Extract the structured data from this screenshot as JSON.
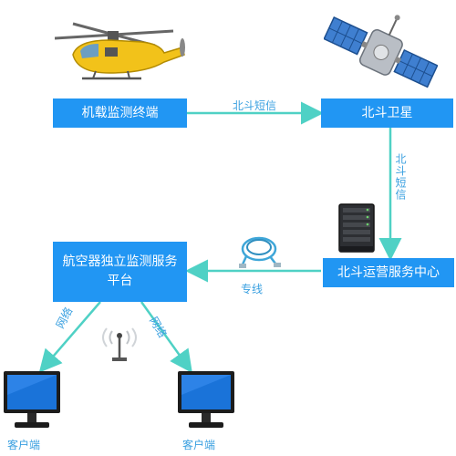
{
  "nodes": {
    "terminal": "机载监测终端",
    "satellite": "北斗卫星",
    "service_center": "北斗运营服务中心",
    "platform": "航空器独立监测服务\n平台"
  },
  "edges": {
    "sms_horizontal": "北斗短信",
    "sms_vertical": "北斗短信",
    "dedicated_line": "专线",
    "network_left": "网络",
    "network_right": "网络"
  },
  "clients": {
    "client1": "客户端",
    "client2": "客户端"
  },
  "colors": {
    "box": "#2196f3",
    "arrow": "#4fd1c5",
    "label": "#3aa0e0"
  }
}
